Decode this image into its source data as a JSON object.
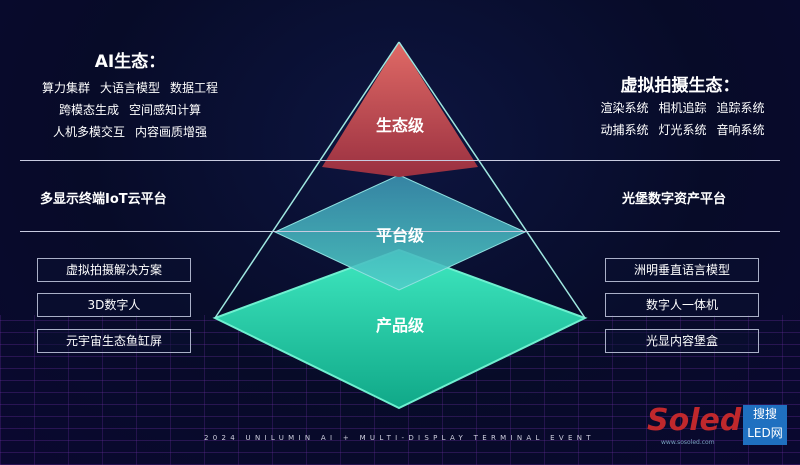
{
  "left": {
    "title": "AI生态：",
    "rows": [
      [
        "算力集群",
        "大语言模型",
        "数据工程"
      ],
      [
        "跨模态生成",
        "空间感知计算"
      ],
      [
        "人机多模交互",
        "内容画质增强"
      ]
    ],
    "platform": "多显示终端IoT云平台",
    "products": [
      "虚拟拍摄解决方案",
      "3D数字人",
      "元宇宙生态鱼缸屏"
    ]
  },
  "right": {
    "title": "虚拟拍摄生态：",
    "rows": [
      [
        "渲染系统",
        "相机追踪",
        "追踪系统"
      ],
      [
        "动捕系统",
        "灯光系统",
        "音响系统"
      ]
    ],
    "platform": "光堡数字资产平台",
    "products": [
      "洲明垂直语言模型",
      "数字人一体机",
      "光显内容堡盒"
    ]
  },
  "pyramid": {
    "top": "生态级",
    "middle": "平台级",
    "bottom": "产品级"
  },
  "footer": "2024 UNILUMIN AI + MULTI-DISPLAY TERMINAL EVENT",
  "watermark": {
    "brand": "Soled",
    "cn": "搜搜",
    "led": "LED网",
    "url": "www.sosoled.com"
  },
  "colors": {
    "red": "#c0504d",
    "teal": "#3fb8c0",
    "green": "#1fd3a0"
  }
}
